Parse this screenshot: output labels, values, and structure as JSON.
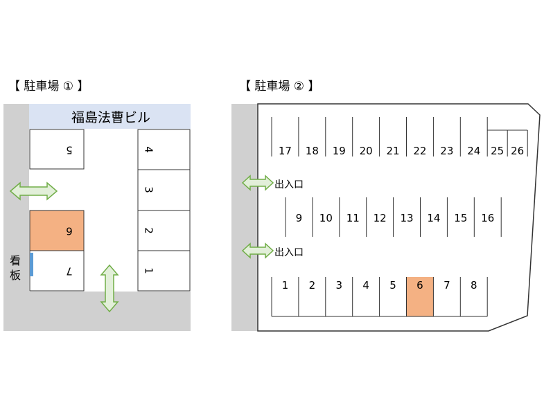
{
  "lot1": {
    "title": "【 駐車場 ① 】",
    "building": "福島法曹ビル",
    "sign": "看板",
    "spaces_left": [
      "5",
      "6",
      "7"
    ],
    "spaces_right": [
      "4",
      "3",
      "2",
      "1"
    ],
    "highlight": "6"
  },
  "lot2": {
    "title": "【 駐車場 ② 】",
    "entrance": "出入口",
    "row_top": [
      "17",
      "18",
      "19",
      "20",
      "21",
      "22",
      "23",
      "24",
      "25",
      "26"
    ],
    "row_middle": [
      "9",
      "10",
      "11",
      "12",
      "13",
      "14",
      "15",
      "16"
    ],
    "row_bottom": [
      "1",
      "2",
      "3",
      "4",
      "5",
      "6",
      "7",
      "8"
    ],
    "highlight": "6"
  },
  "colors": {
    "ground": "#d0d0d0",
    "building": "#dae3f3",
    "highlight": "#f4b183",
    "arrow_fill": "#e2efd9",
    "arrow_stroke": "#70ad47",
    "sign": "#5b9bd5"
  }
}
